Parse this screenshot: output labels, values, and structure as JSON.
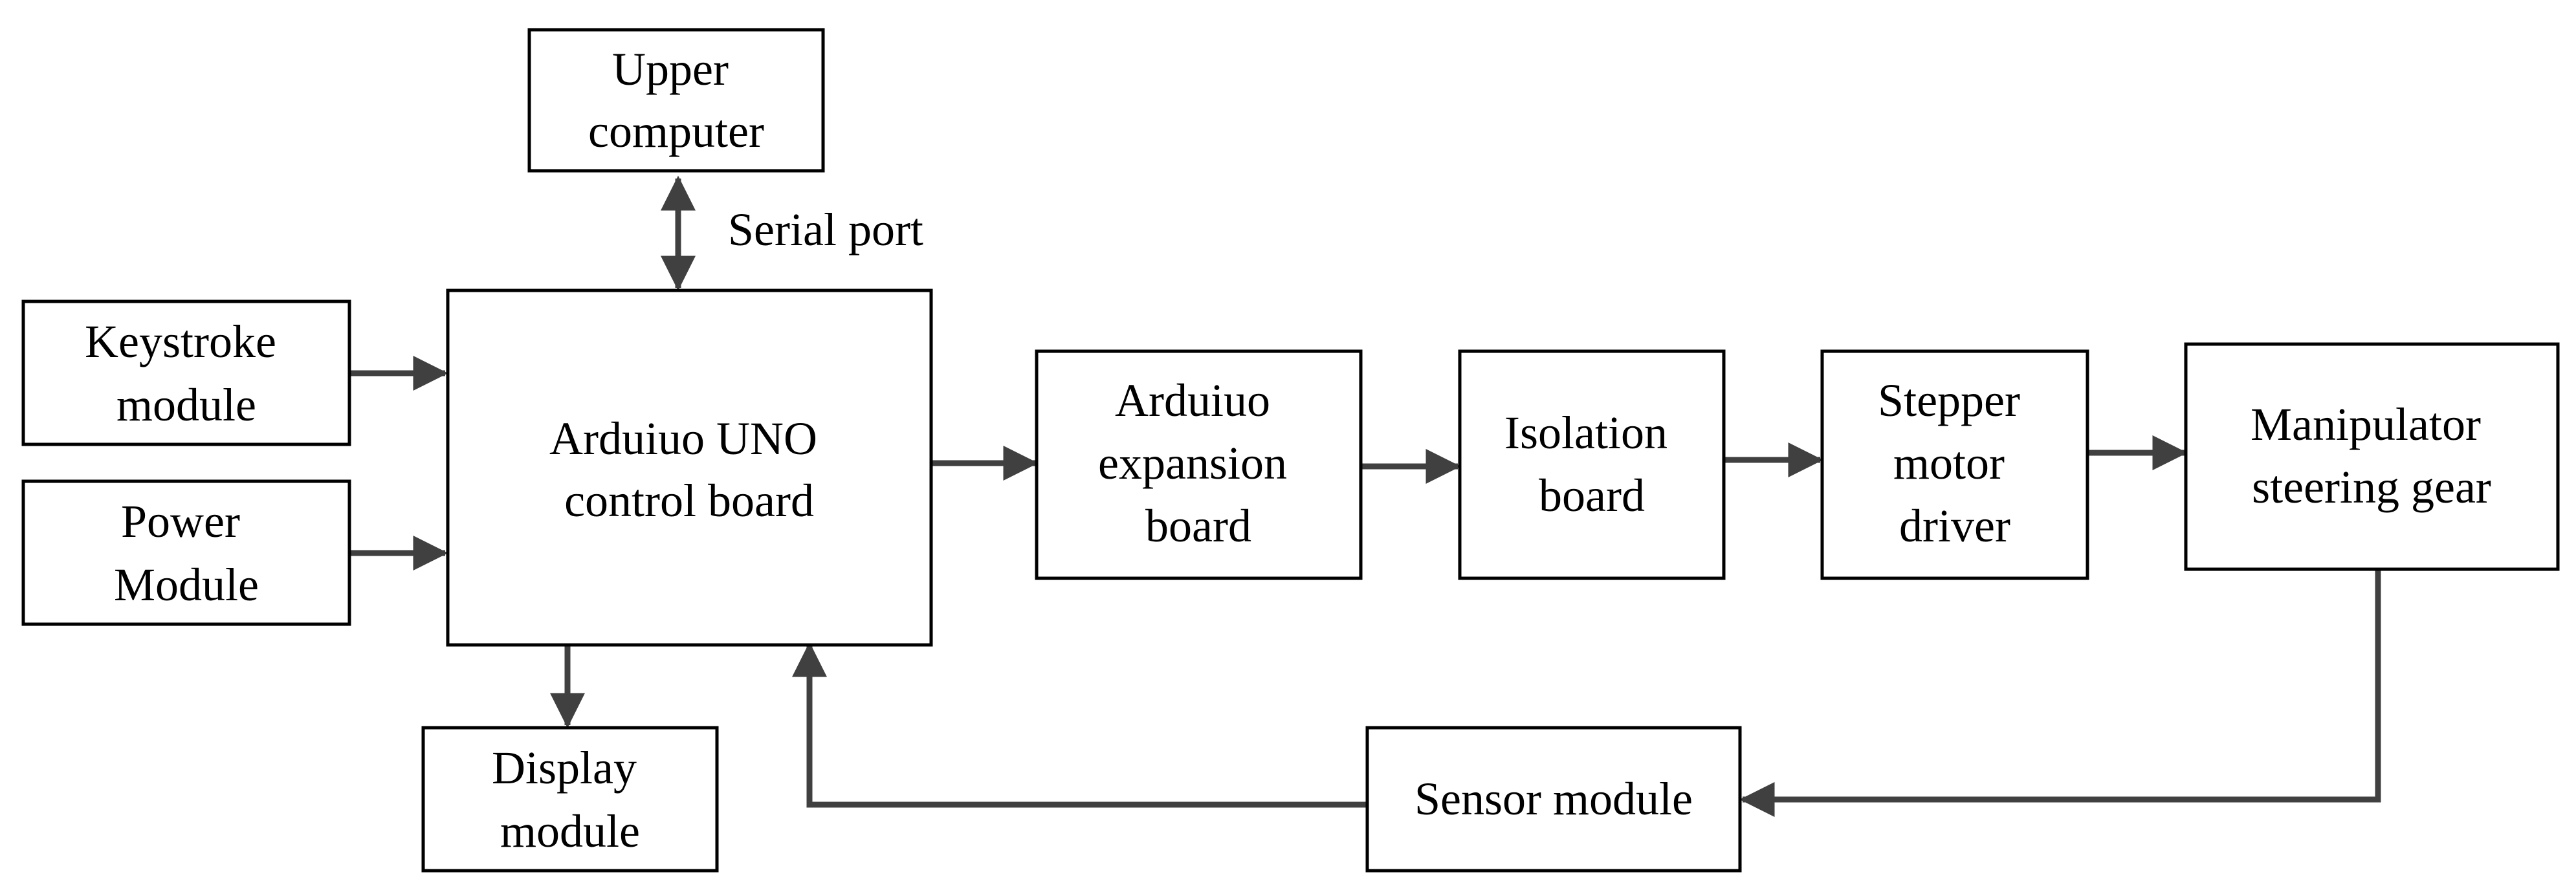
{
  "blocks": {
    "upper_computer": {
      "lines": [
        "Upper",
        "computer"
      ]
    },
    "keystroke_module": {
      "lines": [
        "Keystroke",
        "module"
      ]
    },
    "power_module": {
      "lines": [
        "Power",
        "Module"
      ]
    },
    "arduino_uno": {
      "lines": [
        "Arduiuo UNO",
        "control board"
      ]
    },
    "display_module": {
      "lines": [
        "Display",
        "module"
      ]
    },
    "expansion_board": {
      "lines": [
        "Arduiuo",
        "expansion",
        "board"
      ]
    },
    "isolation_board": {
      "lines": [
        "Isolation",
        "board"
      ]
    },
    "stepper_driver": {
      "lines": [
        "Stepper",
        "motor",
        "driver"
      ]
    },
    "manipulator": {
      "lines": [
        "Manipulator",
        "steering gear"
      ]
    },
    "sensor_module": {
      "lines": [
        "Sensor module"
      ]
    }
  },
  "edge_labels": {
    "serial_port": "Serial port"
  },
  "colors": {
    "block_stroke": "#000000",
    "connector": "#404040",
    "text": "#000000",
    "background": "#ffffff"
  }
}
